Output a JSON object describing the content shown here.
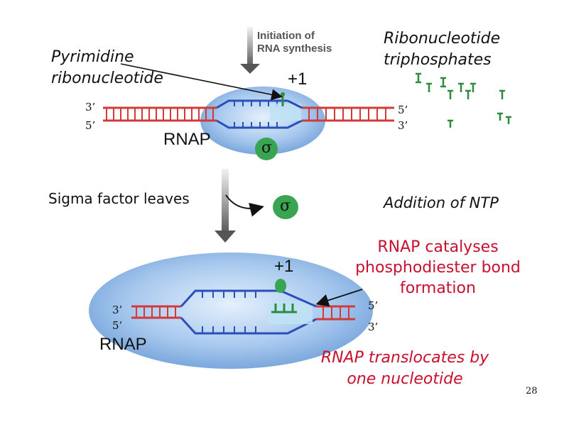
{
  "labels": {
    "pyrimidine": [
      "Pyrimidine",
      "ribonucleotide"
    ],
    "initiation": [
      "Initiation of",
      "RNA synthesis"
    ],
    "ribonucleotide_triphosphates": [
      "Ribonucleotide",
      "triphosphates"
    ],
    "plus_one_top": "+1",
    "plus_one_bottom": "+1",
    "top_left_3": "3’",
    "top_left_5": "5’",
    "top_right_5": "5’",
    "top_right_3": "3’",
    "rnap_top": "RNAP",
    "rnap_bottom": "RNAP",
    "sigma_top": "σ",
    "sigma_mid": "σ",
    "sigma_factor_leaves": "Sigma factor leaves",
    "addition_of_ntp": "Addition of NTP",
    "catalyses": [
      "RNAP catalyses",
      "phosphodiester bond",
      "formation"
    ],
    "bottom_left_3": "3’",
    "bottom_left_5": "5’",
    "bottom_right_5": "5’",
    "bottom_right_3": "3’",
    "translocates": [
      "RNAP translocates by",
      "one nucleotide"
    ],
    "page_number": "28"
  },
  "colors": {
    "dna_strand_red": "#d23a3a",
    "dna_strand_blue": "#2a4fb8",
    "rnap_body": "#8fb8e6",
    "sigma_green": "#39a552",
    "ntp_green": "#2e8b3e",
    "accent_red": "#c8102e"
  }
}
